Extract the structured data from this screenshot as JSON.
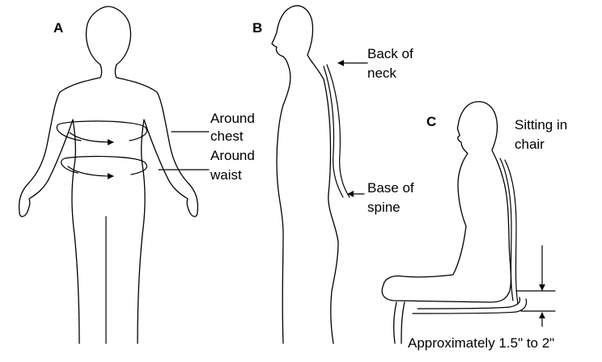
{
  "colors": {
    "line": "#000000",
    "background": "#ffffff"
  },
  "panels": {
    "a": {
      "letter": "A",
      "labels": {
        "chest_line1": "Around",
        "chest_line2": "chest",
        "waist_line1": "Around",
        "waist_line2": "waist"
      }
    },
    "b": {
      "letter": "B",
      "labels": {
        "neck_line1": "Back of",
        "neck_line2": "neck",
        "spine_line1": "Base of",
        "spine_line2": "spine"
      }
    },
    "c": {
      "letter": "C",
      "labels": {
        "sitting_line1": "Sitting in",
        "sitting_line2": "chair",
        "gap": "Approximately 1.5\" to 2\""
      }
    }
  }
}
